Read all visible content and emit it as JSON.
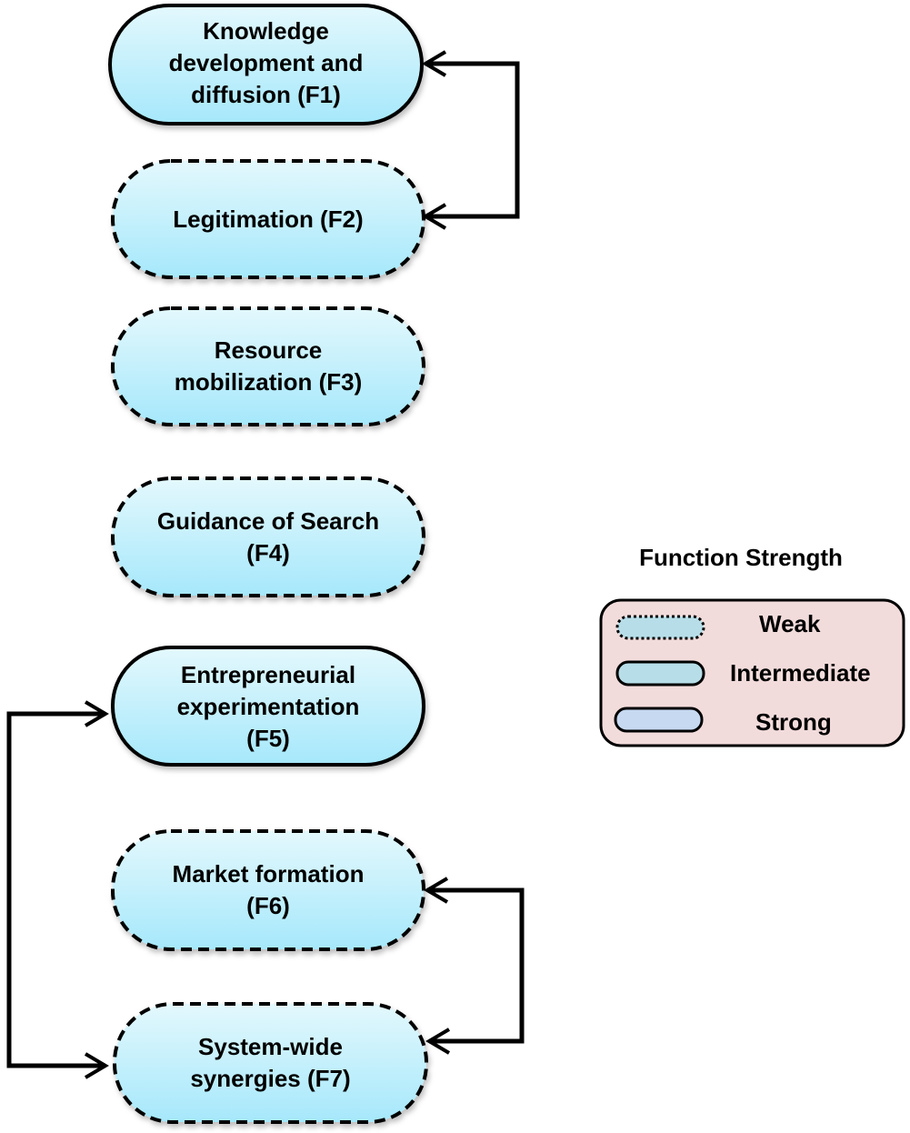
{
  "diagram": {
    "nodes": [
      {
        "id": "F1",
        "label": "Knowledge development and diffusion (F1)",
        "lines": [
          "Knowledge",
          "development and",
          "diffusion (F1)"
        ],
        "strength": "Intermediate"
      },
      {
        "id": "F2",
        "label": "Legitimation (F2)",
        "lines": [
          "Legitimation (F2)"
        ],
        "strength": "Weak"
      },
      {
        "id": "F3",
        "label": "Resource mobilization (F3)",
        "lines": [
          "Resource",
          "mobilization (F3)"
        ],
        "strength": "Weak"
      },
      {
        "id": "F4",
        "label": "Guidance of Search (F4)",
        "lines": [
          "Guidance of Search",
          "(F4)"
        ],
        "strength": "Weak"
      },
      {
        "id": "F5",
        "label": "Entrepreneurial experimentation (F5)",
        "lines": [
          "Entrepreneurial",
          "experimentation",
          "(F5)"
        ],
        "strength": "Intermediate"
      },
      {
        "id": "F6",
        "label": "Market formation (F6)",
        "lines": [
          "Market formation",
          "(F6)"
        ],
        "strength": "Weak"
      },
      {
        "id": "F7",
        "label": "System-wide synergies (F7)",
        "lines": [
          "System-wide",
          "synergies (F7)"
        ],
        "strength": "Weak"
      }
    ],
    "edges": [
      {
        "from": "F1",
        "to": "F2",
        "bidirectional": true,
        "side": "right"
      },
      {
        "from": "F5",
        "to": "F7",
        "bidirectional": true,
        "side": "left"
      },
      {
        "from": "F6",
        "to": "F7",
        "bidirectional": true,
        "side": "right"
      }
    ],
    "colors": {
      "node_fill_top": "#e3f8fd",
      "node_fill_bottom": "#a6e8fb",
      "stroke": "#000000",
      "legend_bg": "#f2dcdb",
      "legend_weak": "#b7dee8",
      "legend_intermediate": "#b7dee8",
      "legend_strong": "#c6d9f1"
    }
  },
  "legend": {
    "title": "Function Strength",
    "items": [
      {
        "label": "Weak",
        "style": "dotted"
      },
      {
        "label": "Intermediate",
        "style": "solid"
      },
      {
        "label": "Strong",
        "style": "solid"
      }
    ]
  }
}
